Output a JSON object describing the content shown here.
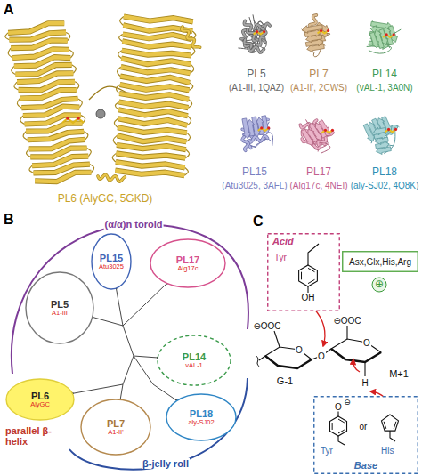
{
  "diagram": {
    "nodes": [
      {
        "text": [
          "PL15",
          "Atu3025"
        ]
      },
      {
        "text": [
          "PL17",
          "Alg17c"
        ]
      },
      {
        "text": [
          "PL5",
          "A1-III"
        ]
      },
      {
        "text": [
          "PL14",
          "vAL-1"
        ]
      },
      {
        "text": [
          "PL6",
          "AlyGC"
        ]
      },
      {
        "text": [
          "PL7",
          "A1-II'"
        ]
      },
      {
        "text": [
          "PL18",
          "aly-SJ02"
        ]
      },
      {
        "text": [
          "Acid",
          "Tyr",
          "OH"
        ]
      },
      {
        "text": [
          "Asx,Glx,His,Arg"
        ]
      },
      {
        "text": [
          "⊖",
          "O",
          "Tyr",
          "or",
          "His",
          "Base"
        ]
      }
    ],
    "labels": [
      "A",
      "PL6 (AlyGC, 5GKD)",
      "PL5",
      "(A1-III, 1QAZ)",
      "PL7",
      "(A1-II', 2CWS)",
      "PL14",
      "(vAL-1, 3A0N)",
      "PL15",
      "(Atu3025, 3AFL)",
      "PL17",
      "(Alg17c, 4NEI)",
      "PL18",
      "(aly-SJ02, 4Q8K)",
      "B",
      "(α/α)n toroid",
      "parallel β-helix",
      "β-jelly roll",
      "C",
      "⊕",
      "⊖OOC",
      "O",
      "O",
      "⊖OOC",
      "O",
      "H",
      "G-1",
      "M+1"
    ]
  }
}
